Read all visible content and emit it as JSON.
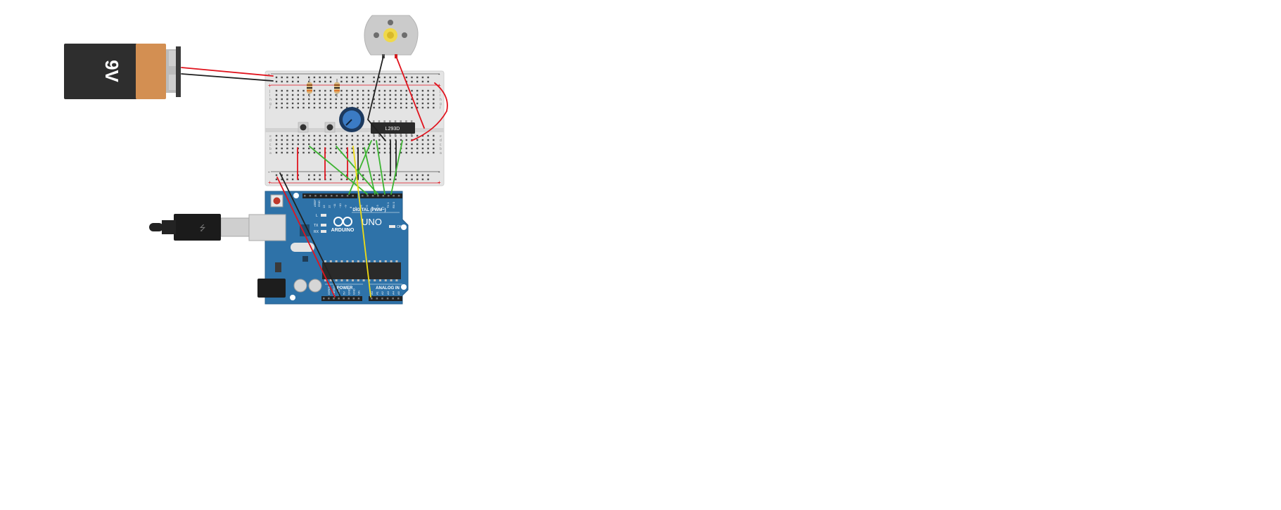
{
  "battery": {
    "label": "9V"
  },
  "motor_driver": {
    "label": "L293D"
  },
  "arduino": {
    "logo": "ARDUINO",
    "model": "UNO",
    "digital_header": "DIGITAL (PWM~)",
    "power_header": "POWER",
    "analog_header": "ANALOG IN",
    "aref": "AREF",
    "gnd": "GND",
    "tx": "TX",
    "rx": "RX",
    "l": "L",
    "on": "ON",
    "digital_pins": [
      "13",
      "12",
      "~11",
      "~10",
      "~9",
      "8",
      "7",
      "~6",
      "~5",
      "4",
      "~3",
      "2",
      "TX 1",
      "RX 0"
    ],
    "power_pins": [
      "IOREF",
      "RESET",
      "3.3V",
      "5V",
      "GND",
      "GND",
      "Vin"
    ],
    "analog_pins": [
      "A0",
      "A1",
      "A2",
      "A3",
      "A4",
      "A5"
    ]
  },
  "breadboard": {
    "rail_plus": "+",
    "rail_minus": "-",
    "row_letters": [
      "a",
      "b",
      "c",
      "d",
      "e",
      "f",
      "g",
      "h",
      "i",
      "j"
    ]
  },
  "colors": {
    "wire_red": "#e0141e",
    "wire_black": "#222222",
    "wire_green": "#3cb432",
    "wire_yellow": "#f0dc14",
    "arduino_blue": "#2e72a8",
    "battery_orange": "#d38f52",
    "battery_body": "#2e2e2e",
    "pot_blue": "#3b7bc4"
  }
}
